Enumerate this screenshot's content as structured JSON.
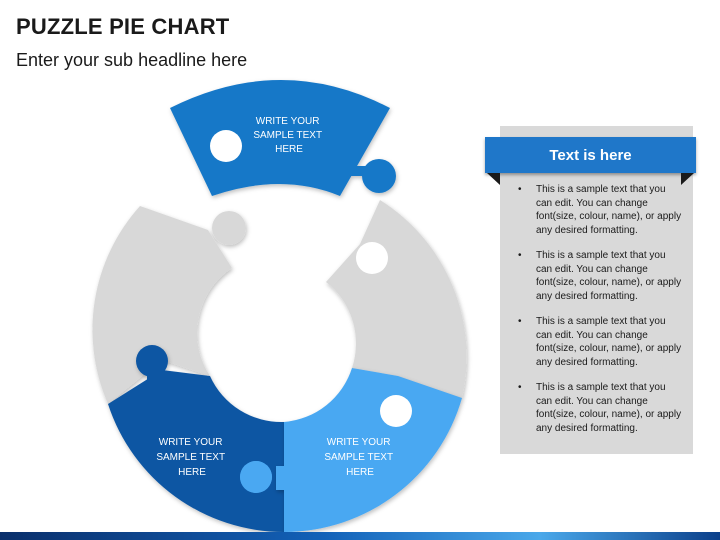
{
  "title": "PUZZLE PIE CHART",
  "subtitle": "Enter your sub headline here",
  "pieces": [
    {
      "label_lines": [
        "WRITE YOUR",
        "SAMPLE  TEXT",
        "HERE"
      ],
      "color": "#1778c8"
    },
    {
      "label_lines": [
        "WRITE YOUR",
        "SAMPLE  TEXT",
        "HERE"
      ],
      "color": "#0d56a3"
    },
    {
      "label_lines": [
        "WRITE YOUR",
        "SAMPLE  TEXT",
        "HERE"
      ],
      "color": "#4aa8f2"
    }
  ],
  "colors": {
    "grey_piece": "#d8d8d8",
    "accent_blue": "#1778c8",
    "dark_blue": "#0d56a3",
    "light_blue": "#4aa8f2"
  },
  "panel": {
    "header": "Text is here",
    "bullets": [
      "This is a sample text that you can edit. You can change font(size, colour, name), or apply any desired formatting.",
      "This is a sample text that you can edit. You can change font(size, colour, name), or apply any desired formatting.",
      "This is a sample text that you can edit. You can change font(size, colour, name), or apply any desired formatting.",
      "This is a sample text that you can edit. You can change font(size, colour, name), or apply any desired formatting."
    ]
  }
}
